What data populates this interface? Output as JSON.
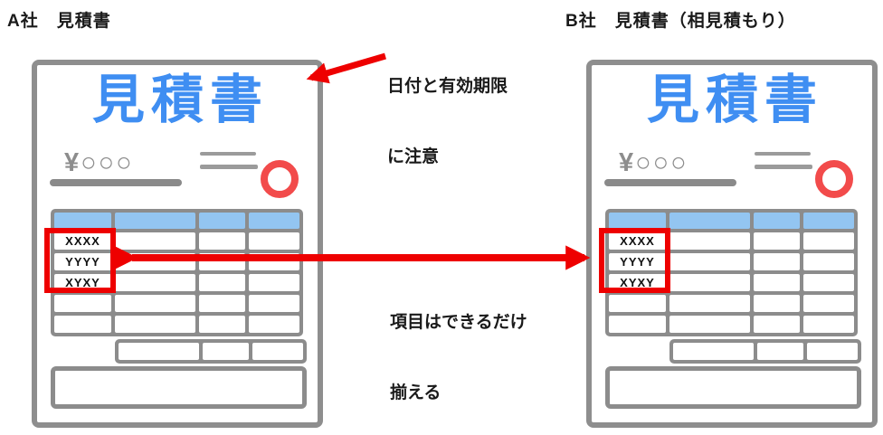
{
  "page": {
    "label_a": "A社　見積書",
    "label_b": "B社　見積書（相見積もり）"
  },
  "annotations": {
    "date_note_line1": "日付と有効期限",
    "date_note_line2": "に注意",
    "align_note_line1": "項目はできるだけ",
    "align_note_line2": "揃える"
  },
  "document": {
    "title": "見積書",
    "amount_placeholder": "¥○○○",
    "highlighted_items": [
      "XXXX",
      "YYYY",
      "XYXY"
    ]
  },
  "colors": {
    "title_blue": "#3f8ef2",
    "table_header_blue": "#93c5f1",
    "paper_border_gray": "#8e8e8e",
    "annotation_red": "#ee0000",
    "stamp_red": "#f24b4b"
  }
}
